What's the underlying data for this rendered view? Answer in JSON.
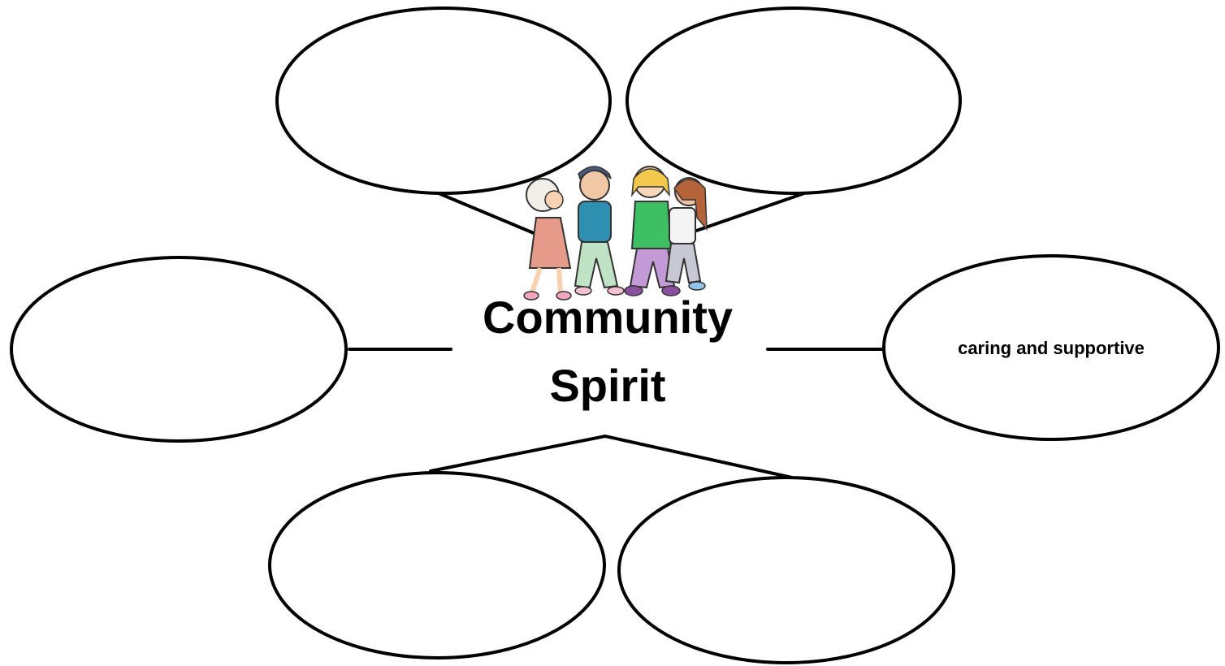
{
  "diagram": {
    "title_line1": "Community",
    "title_line2": "Spirit",
    "bubbles": [
      {
        "label": ""
      },
      {
        "label": ""
      },
      {
        "label": ""
      },
      {
        "label": "caring and supportive"
      },
      {
        "label": ""
      },
      {
        "label": ""
      }
    ],
    "illustration": "children-walking-together-clipart"
  }
}
